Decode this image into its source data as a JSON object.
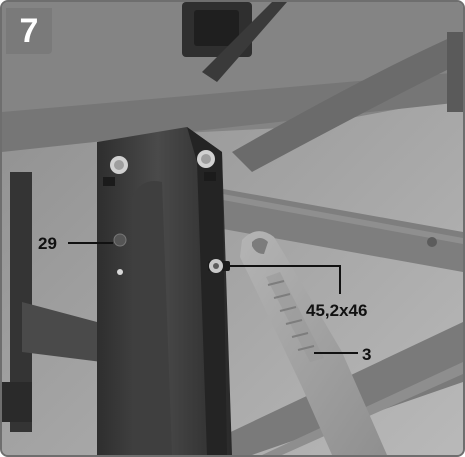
{
  "figure": {
    "step_number": "7",
    "callouts": {
      "part_29": "29",
      "screw_spec": "45,2x46",
      "part_3": "3"
    }
  },
  "colors": {
    "badge": "#7a7a7a",
    "metal_dark": "#3c3c3c",
    "plastic": "#a8a8a8",
    "background": "#9a9a9a"
  }
}
